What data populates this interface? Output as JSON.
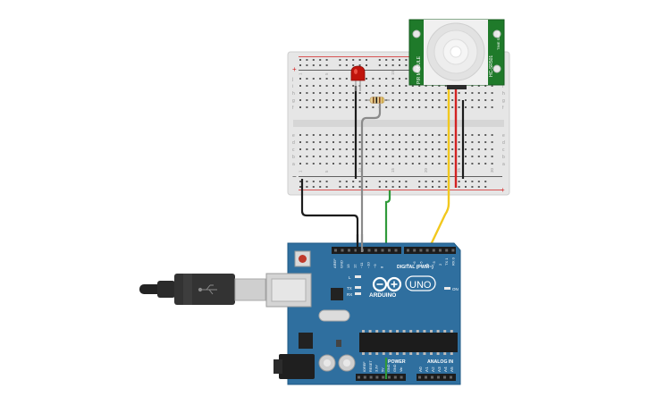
{
  "colors": {
    "board_blue": "#2f6f9f",
    "breadboard": "#e8e8e8",
    "pir_green": "#1f7a2a",
    "wire_black": "#222222",
    "wire_gray": "#8a8a8a",
    "wire_green": "#2f9a3a",
    "wire_yellow": "#f2c81e",
    "wire_red": "#d22222",
    "led_red": "#c0140c"
  },
  "breadboard": {
    "plus_label": "+",
    "minus_label": "−",
    "row_letters_top": [
      "j",
      "i",
      "h",
      "g",
      "f"
    ],
    "row_letters_bottom": [
      "e",
      "d",
      "c",
      "b",
      "a"
    ],
    "col_numbers": [
      "1",
      "5",
      "10",
      "15",
      "20",
      "25",
      "30"
    ]
  },
  "pir": {
    "left_text": "PIR MODULE",
    "right_text": "HC-SR501",
    "top_right_text": "TIME  SENS"
  },
  "arduino": {
    "brand": "ARDUINO",
    "model": "UNO",
    "digital_label": "DIGITAL (PWM~)",
    "power_label": "POWER",
    "analog_label": "ANALOG IN",
    "on_label": "ON",
    "l_label": "L",
    "tx_label": "TX",
    "rx_label": "RX",
    "aref": "AREF",
    "gnd": "GND",
    "top_pins": [
      "13",
      "12",
      "~11",
      "~10",
      "~9",
      "8"
    ],
    "top_pins2": [
      "7",
      "~6",
      "~5",
      "4",
      "~3",
      "2",
      "TX 1",
      "RX 0"
    ],
    "power_pins": [
      "IOREF",
      "RESET",
      "3.3V",
      "5V",
      "GND",
      "GND",
      "Vin"
    ],
    "analog_pins": [
      "A0",
      "A1",
      "A2",
      "A3",
      "A4",
      "A5"
    ]
  }
}
